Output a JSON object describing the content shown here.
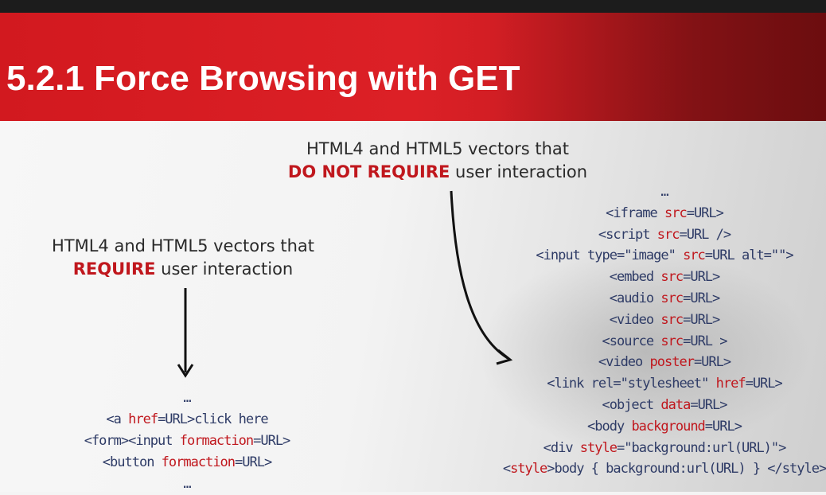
{
  "title": "5.2.1 Force Browsing with GET",
  "right_caption": {
    "line1": "HTML4 and HTML5 vectors that",
    "emphasis": "DO NOT REQUIRE",
    "rest": " user interaction"
  },
  "left_caption": {
    "line1": "HTML4 and HTML5 vectors that",
    "emphasis": "REQUIRE",
    "rest": " user interaction"
  },
  "left_code": [
    [
      {
        "t": "…"
      }
    ],
    [
      {
        "t": "<a "
      },
      {
        "t": "href",
        "red": true
      },
      {
        "t": "=URL>click here"
      }
    ],
    [
      {
        "t": "<form><input "
      },
      {
        "t": "formaction",
        "red": true
      },
      {
        "t": "=URL>"
      }
    ],
    [
      {
        "t": "<button "
      },
      {
        "t": "formaction",
        "red": true
      },
      {
        "t": "=URL>"
      }
    ],
    [
      {
        "t": "…"
      }
    ]
  ],
  "right_code": [
    [
      {
        "t": "…"
      }
    ],
    [
      {
        "t": "<iframe "
      },
      {
        "t": "src",
        "red": true
      },
      {
        "t": "=URL>"
      }
    ],
    [
      {
        "t": "<script "
      },
      {
        "t": "src",
        "red": true
      },
      {
        "t": "=URL />"
      }
    ],
    [
      {
        "t": "<input type=\"image\" "
      },
      {
        "t": "src",
        "red": true
      },
      {
        "t": "=URL alt=\"\">"
      }
    ],
    [
      {
        "t": "<embed "
      },
      {
        "t": "src",
        "red": true
      },
      {
        "t": "=URL>"
      }
    ],
    [
      {
        "t": "<audio "
      },
      {
        "t": "src",
        "red": true
      },
      {
        "t": "=URL>"
      }
    ],
    [
      {
        "t": "<video "
      },
      {
        "t": "src",
        "red": true
      },
      {
        "t": "=URL>"
      }
    ],
    [
      {
        "t": "<source "
      },
      {
        "t": "src",
        "red": true
      },
      {
        "t": "=URL >"
      }
    ],
    [
      {
        "t": "<video "
      },
      {
        "t": "poster",
        "red": true
      },
      {
        "t": "=URL>"
      }
    ],
    [
      {
        "t": "<link rel=\"stylesheet\" "
      },
      {
        "t": "href",
        "red": true
      },
      {
        "t": "=URL>"
      }
    ],
    [
      {
        "t": "<object "
      },
      {
        "t": "data",
        "red": true
      },
      {
        "t": "=URL>"
      }
    ],
    [
      {
        "t": "<body "
      },
      {
        "t": "background",
        "red": true
      },
      {
        "t": "=URL>"
      }
    ],
    [
      {
        "t": "<div "
      },
      {
        "t": "style",
        "red": true
      },
      {
        "t": "=\"background:url(URL)\">"
      }
    ],
    [
      {
        "t": "<"
      },
      {
        "t": "style",
        "red": true
      },
      {
        "t": ">body { background:url(URL) } </style>"
      }
    ]
  ],
  "colors": {
    "accent_red": "#c0171d",
    "code_blue": "#2e3b66",
    "header_red": "#dc2026"
  }
}
